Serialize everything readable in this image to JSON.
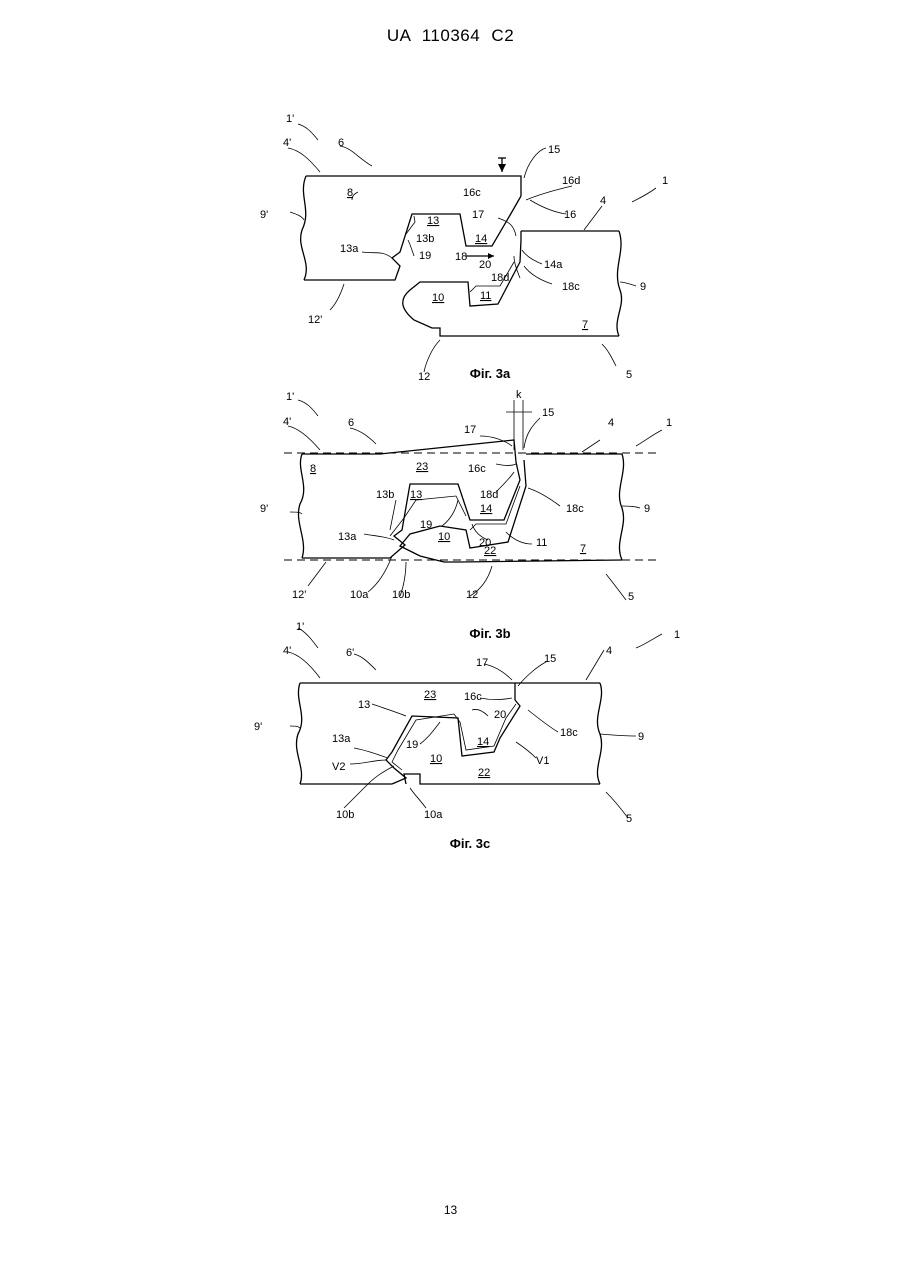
{
  "header": {
    "text": "UA   110364   C2"
  },
  "page_number": "13",
  "figures": [
    {
      "caption": "Фіг. 3a",
      "labels": {
        "l1p": "1'",
        "l4p": "4'",
        "l6": "6",
        "l15": "15",
        "l16d": "16d",
        "l1": "1",
        "l16c": "16c",
        "l16": "16",
        "l4": "4",
        "l8": "8",
        "l9p": "9'",
        "l13": "13",
        "l17": "17",
        "l13b": "13b",
        "l14": "14",
        "l13a": "13a",
        "l19": "19",
        "l18": "18",
        "l20": "20",
        "l14a": "14a",
        "l18d": "18d",
        "l18c": "18c",
        "l9": "9",
        "l10": "10",
        "l11": "11",
        "l12p": "12'",
        "l7": "7",
        "l12": "12",
        "l5": "5"
      }
    },
    {
      "caption": "Фіг. 3b",
      "labels": {
        "lk": "k",
        "l1p": "1'",
        "l15": "15",
        "l17": "17",
        "l4p": "4'",
        "l6": "6",
        "l4": "4",
        "l1": "1",
        "l8": "8",
        "l23": "23",
        "l16c": "16c",
        "l13b": "13b",
        "l13": "13",
        "l18d": "18d",
        "l9p": "9'",
        "l18c": "18c",
        "l9": "9",
        "l14": "14",
        "l19": "19",
        "l13a": "13a",
        "l10": "10",
        "l20": "20",
        "l11": "11",
        "l22": "22",
        "l7": "7",
        "l12p": "12'",
        "l10a": "10a",
        "l10b": "10b",
        "l12": "12",
        "l5": "5"
      }
    },
    {
      "caption": "Фіг. 3c",
      "labels": {
        "l1p": "1'",
        "l1": "1",
        "l4p": "4'",
        "l6p": "6'",
        "l17": "17",
        "l15": "15",
        "l4": "4",
        "l23": "23",
        "l16c": "16c",
        "l13": "13",
        "l20": "20",
        "l9p": "9'",
        "l18c": "18c",
        "l9": "9",
        "l13a": "13a",
        "l19": "19",
        "l14": "14",
        "lV2": "V2",
        "l10": "10",
        "l22": "22",
        "lV1": "V1",
        "l10b": "10b",
        "l10a": "10a",
        "l5": "5"
      }
    }
  ]
}
